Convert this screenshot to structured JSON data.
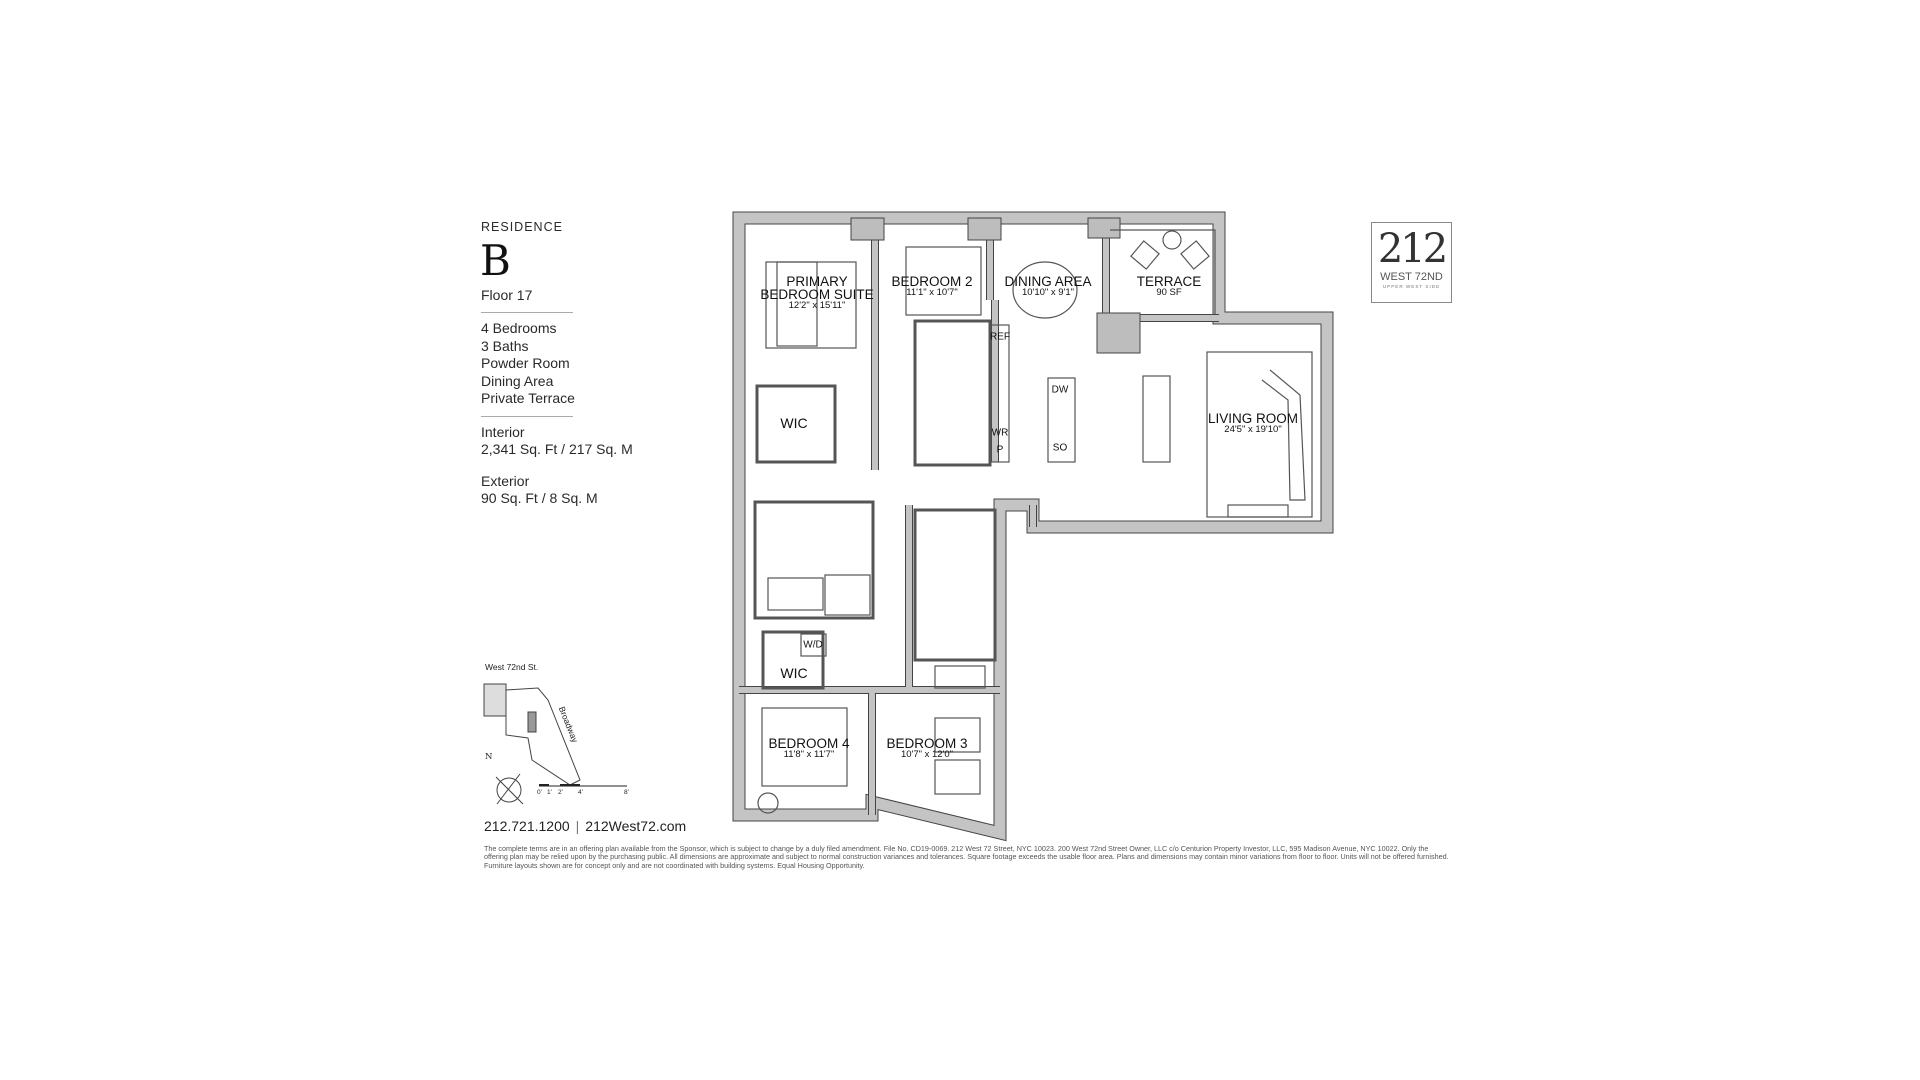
{
  "residence": {
    "label": "RESIDENCE",
    "letter": "B",
    "floor": "Floor 17",
    "features": [
      "4 Bedrooms",
      "3 Baths",
      "Powder Room",
      "Dining Area",
      "Private Terrace"
    ],
    "interior_label": "Interior",
    "interior_value": "2,341 Sq. Ft / 217 Sq. M",
    "exterior_label": "Exterior",
    "exterior_value": "90 Sq. Ft / 8 Sq. M"
  },
  "rooms": {
    "primary": {
      "name1": "PRIMARY",
      "name2": "BEDROOM SUITE",
      "dim": "12'2\" x 15'11\""
    },
    "bedroom2": {
      "name": "BEDROOM 2",
      "dim": "11'1\" x 10'7\""
    },
    "dining": {
      "name": "DINING AREA",
      "dim": "10'10\" x 9'1\""
    },
    "terrace": {
      "name": "TERRACE",
      "dim": "90 SF"
    },
    "living": {
      "name": "LIVING ROOM",
      "dim": "24'5\" x 19'10\""
    },
    "bedroom4": {
      "name": "BEDROOM 4",
      "dim": "11'8\" x 11'7\""
    },
    "bedroom3": {
      "name": "BEDROOM 3",
      "dim": "10'7\" x 12'0\""
    },
    "wic1": "WIC",
    "wic2": "WIC",
    "wd": "W/D",
    "ref": "REF",
    "dw": "DW",
    "wr": "WR",
    "p": "P",
    "so": "SO"
  },
  "key_map": {
    "street": "West 72nd St.",
    "avenue": "Broadway",
    "north": "N",
    "scale": [
      "0'",
      "1'",
      "2'",
      "4'",
      "8'"
    ]
  },
  "contact": {
    "phone": "212.721.1200",
    "separator": "|",
    "website": "212West72.com"
  },
  "disclaimer": "The complete terms are in an offering plan available from the Sponsor, which is subject to change by a duly filed amendment. File No. CD19-0069. 212 West 72 Street, NYC 10023. 200 West 72nd Street Owner, LLC c/o Centurion Property Investor, LLC, 595 Madison Avenue, NYC 10022. Only the offering plan may be relied upon by the purchasing public. All dimensions are approximate and subject to normal construction variances and tolerances. Square footage exceeds the usable floor area. Plans and dimensions may contain minor variations from floor to floor. Units will not be offered furnished. Furniture layouts shown are for concept only and are not coordinated with building systems. Equal Housing Opportunity.",
  "logo": {
    "number": "212",
    "line1": "WEST 72ND",
    "line2": "UPPER WEST SIDE"
  },
  "colors": {
    "wall": "#c4c4c4",
    "wall_edge": "#444444",
    "text": "#222222"
  }
}
